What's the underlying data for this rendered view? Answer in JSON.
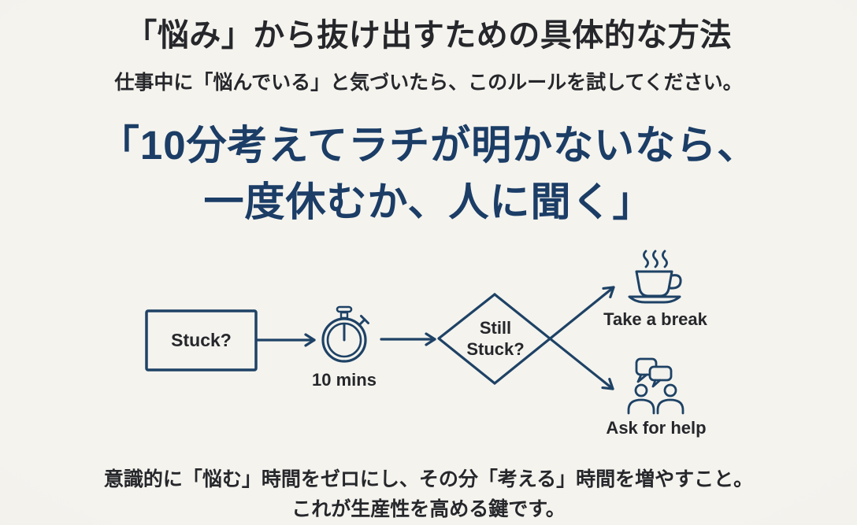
{
  "header": {
    "title": "「悩み」から抜け出すための具体的な方法",
    "subtitle": "仕事中に「悩んでいる」と気づいたら、このルールを試してください。"
  },
  "rule": {
    "line1": "「10分考えてラチが明かないなら、",
    "line2": "一度休むか、人に聞く」"
  },
  "flowchart": {
    "start": {
      "label": "Stuck?"
    },
    "timer": {
      "label": "10 mins",
      "icon": "stopwatch-icon"
    },
    "decision": {
      "line1": "Still",
      "line2": "Stuck?"
    },
    "outcomes": [
      {
        "label": "Take a break",
        "icon": "coffee-cup-icon"
      },
      {
        "label": "Ask for help",
        "icon": "people-talking-icon"
      }
    ]
  },
  "footer": {
    "line1": "意識的に「悩む」時間をゼロにし、その分「考える」時間を増やすこと。",
    "line2": "これが生産性を高める鍵です。"
  },
  "colors": {
    "background": "#f2f1ec",
    "navy": "#1e4265",
    "ink": "#26272b",
    "quote": "#1b3d66"
  }
}
